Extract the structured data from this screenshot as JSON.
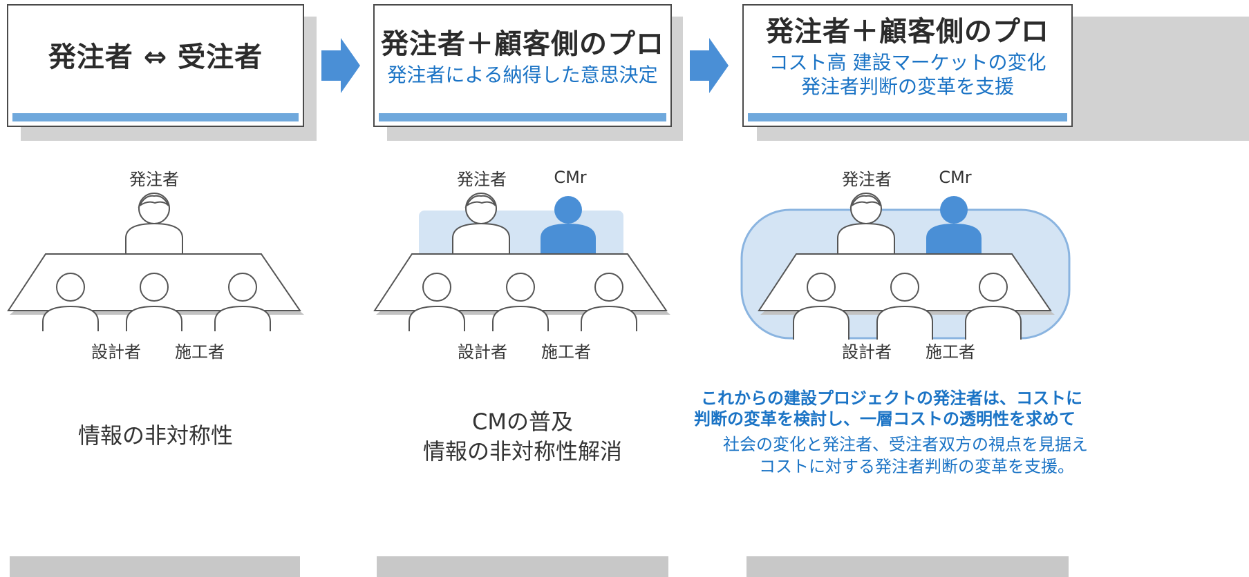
{
  "panels": [
    {
      "title": "発注者 ⇔ 受注者",
      "sub_lines": [],
      "labels": {
        "top": "発注者",
        "cmr": "",
        "designer": "設計者",
        "builder": "施工者"
      },
      "caption_lines": [
        "情報の非対称性"
      ]
    },
    {
      "title": "発注者＋顧客側のプロ",
      "sub_lines": [
        "発注者による納得した意思決定"
      ],
      "labels": {
        "top": "発注者",
        "cmr": "CMr",
        "designer": "設計者",
        "builder": "施工者"
      },
      "caption_lines": [
        "CMの普及",
        "情報の非対称性解消"
      ]
    },
    {
      "title": "発注者＋顧客側のプロ",
      "sub_lines": [
        "コスト高 建設マーケットの変化",
        "発注者判断の変革を支援"
      ],
      "labels": {
        "top": "発注者",
        "cmr": "CMr",
        "designer": "設計者",
        "builder": "施工者"
      },
      "bold_lines": [
        "これからの建設プロジェクトの発注者は、コストに",
        "判断の変革を検討し、一層コストの透明性を求めて"
      ],
      "blue_lines": [
        "社会の変化と発注者、受注者双方の視点を見据え",
        "コストに対する発注者判断の変革を支援。"
      ]
    }
  ],
  "colors": {
    "accent_blue": "#4a8fd6",
    "text_blue": "#1a73c5",
    "stripe": "#6fa8dc",
    "highlight": "#d4e4f4"
  }
}
